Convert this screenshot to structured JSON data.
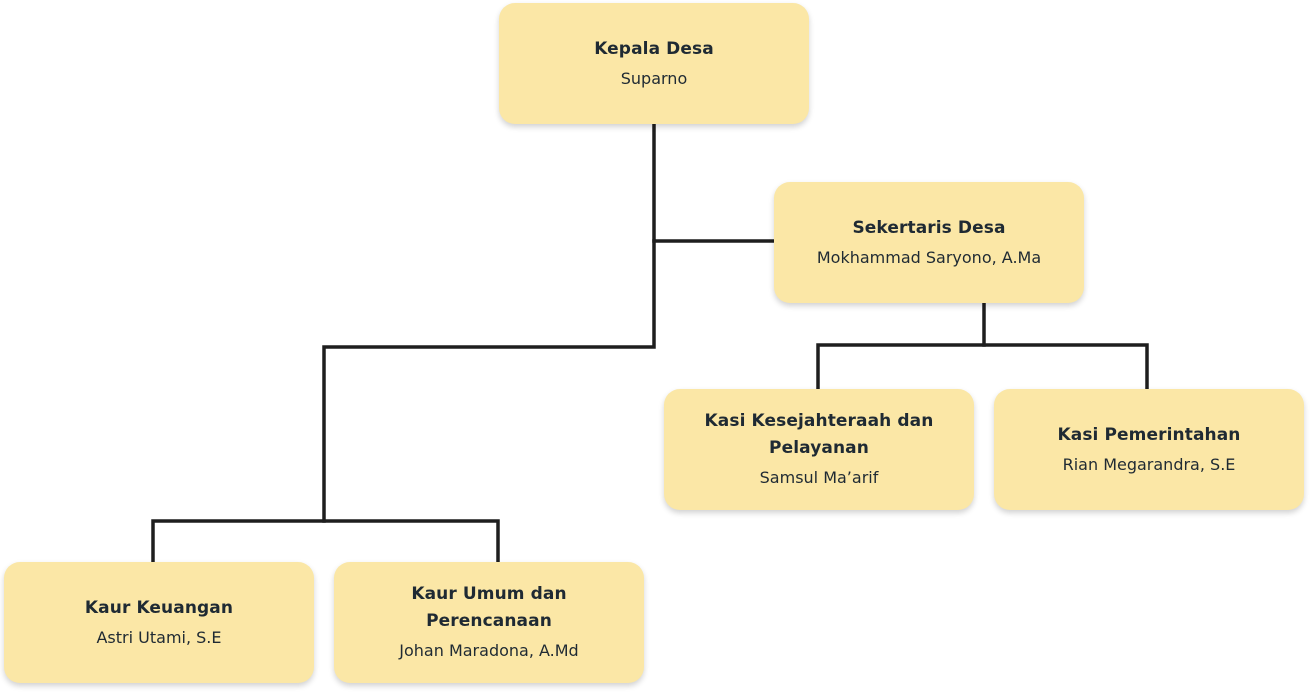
{
  "org_chart": {
    "nodes": [
      {
        "id": "kepala",
        "title": "Kepala Desa",
        "name": "Suparno"
      },
      {
        "id": "sekretaris",
        "title": "Sekertaris Desa",
        "name": "Mokhammad Saryono, A.Ma"
      },
      {
        "id": "kasi-kesejahteraan",
        "title": "Kasi Kesejahteraah dan Pelayanan",
        "name": "Samsul Ma’arif"
      },
      {
        "id": "kasi-pemerintahan",
        "title": "Kasi Pemerintahan",
        "name": "Rian Megarandra, S.E"
      },
      {
        "id": "kaur-keuangan",
        "title": "Kaur Keuangan",
        "name": "Astri Utami, S.E"
      },
      {
        "id": "kaur-umum",
        "title": "Kaur Umum dan Perencanaan",
        "name": "Johan Maradona, A.Md"
      }
    ],
    "edges": [
      {
        "from": "kepala",
        "to": "sekretaris"
      },
      {
        "from": "kepala",
        "to": "kaur-keuangan"
      },
      {
        "from": "kepala",
        "to": "kaur-umum"
      },
      {
        "from": "sekretaris",
        "to": "kasi-kesejahteraan"
      },
      {
        "from": "sekretaris",
        "to": "kasi-pemerintahan"
      }
    ],
    "colors": {
      "node_fill": "#fbe7a6",
      "connector": "#1e1e1e",
      "text": "#1f2a33"
    }
  }
}
